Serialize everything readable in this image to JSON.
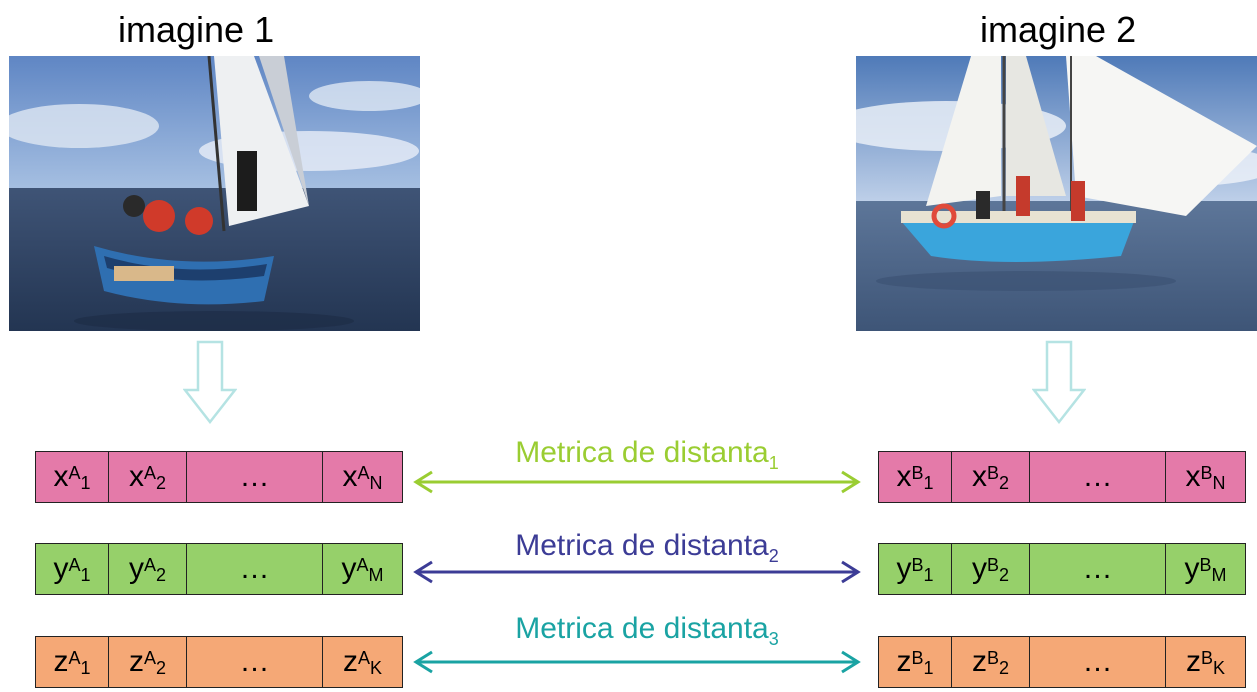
{
  "images": {
    "left_title": "imagine 1",
    "right_title": "imagine 2"
  },
  "vectors_a": [
    {
      "base": "x",
      "sup": "A",
      "subs": [
        "1",
        "2",
        "N"
      ],
      "ellipsis": "…",
      "color": "#e47aa9"
    },
    {
      "base": "y",
      "sup": "A",
      "subs": [
        "1",
        "2",
        "M"
      ],
      "ellipsis": "…",
      "color": "#96d06a"
    },
    {
      "base": "z",
      "sup": "A",
      "subs": [
        "1",
        "2",
        "K"
      ],
      "ellipsis": "…",
      "color": "#f5a876"
    }
  ],
  "vectors_b": [
    {
      "base": "x",
      "sup": "B",
      "subs": [
        "1",
        "2",
        "N"
      ],
      "ellipsis": "…",
      "color": "#e47aa9"
    },
    {
      "base": "y",
      "sup": "B",
      "subs": [
        "1",
        "2",
        "M"
      ],
      "ellipsis": "…",
      "color": "#96d06a"
    },
    {
      "base": "z",
      "sup": "B",
      "subs": [
        "1",
        "2",
        "K"
      ],
      "ellipsis": "…",
      "color": "#f5a876"
    }
  ],
  "metrics": [
    {
      "label": "Metrica de distanta",
      "index": "1",
      "color": "#9acd32"
    },
    {
      "label": "Metrica de distanta",
      "index": "2",
      "color": "#3c3c96"
    },
    {
      "label": "Metrica de distanta",
      "index": "3",
      "color": "#1aa3a3"
    }
  ],
  "arrow_color": "#b5e3e3"
}
